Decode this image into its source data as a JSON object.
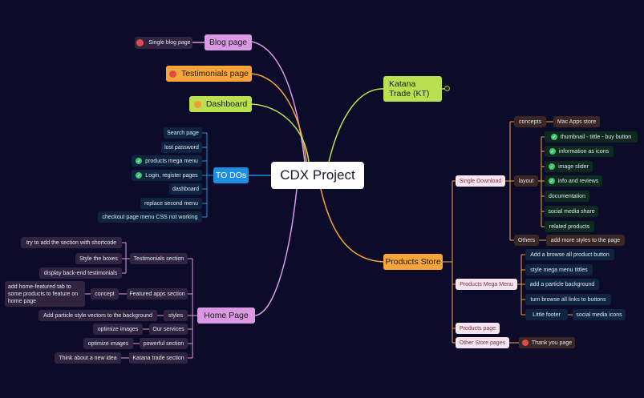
{
  "root": {
    "label": "CDX Project"
  },
  "colors": {
    "blog": "#d99ae3",
    "testimonials": "#f7a43b",
    "dashboard": "#b8e04f",
    "todos": "#1e8fe0",
    "home": "#d99ae3",
    "katana": "#b8e04f",
    "products": "#f7a43b"
  },
  "branches": {
    "blog": {
      "label": "Blog page",
      "children": [
        "Single blog page"
      ]
    },
    "testimonials": {
      "label": "Testimonials page"
    },
    "dashboard": {
      "label": "Dashboard"
    },
    "todos": {
      "label": "TO DOs",
      "children": [
        "Search page",
        "lost password",
        "products mega menu",
        "Login, register pages",
        "dashboard",
        "replace second menu",
        "checkout page menu CSS not working"
      ]
    },
    "home": {
      "label": "Home Page",
      "testimonials_section": {
        "label": "Testimonials section",
        "children": [
          "try to add the section with shortcode",
          "Style the boxes",
          "display back-end testimonials"
        ]
      },
      "featured_apps": {
        "label": "Featured apps section",
        "concept": "concept",
        "concept_child": "add home-featured tab to some products to feature on home page"
      },
      "styles": {
        "label": "styles",
        "child": "Add particle style vectors to the background"
      },
      "our_services": {
        "label": "Our services",
        "child": "optimize images"
      },
      "powerful": {
        "label": "powerful section",
        "child": "optimize images"
      },
      "katana_section": {
        "label": "Katana trade section",
        "child": "Think about a new idea"
      }
    },
    "katana": {
      "label": "Katana Trade (KT)"
    },
    "products": {
      "label": "Products Store",
      "single_download": {
        "label": "Single Download",
        "concepts": {
          "label": "concepts",
          "child": "Mac Apps store"
        },
        "layout": {
          "label": "layout",
          "children": [
            "thumbnail - tittle - buy button",
            "information as icons",
            "image slider",
            "info and reviews",
            "documentation",
            "social media share",
            "related products"
          ]
        },
        "others": {
          "label": "Others",
          "child": "add more styles to the page"
        }
      },
      "mega_menu": {
        "label": "Products Mega Menu",
        "children": [
          "Add a browse all product button",
          "style mega menu tittles",
          "add a particle background",
          "turn browse all links to buttons",
          "Little footer"
        ],
        "footer_child": "social media icons"
      },
      "products_page": {
        "label": "Products page"
      },
      "other_store": {
        "label": "Other Store pages",
        "child": "Thank you page"
      }
    }
  }
}
